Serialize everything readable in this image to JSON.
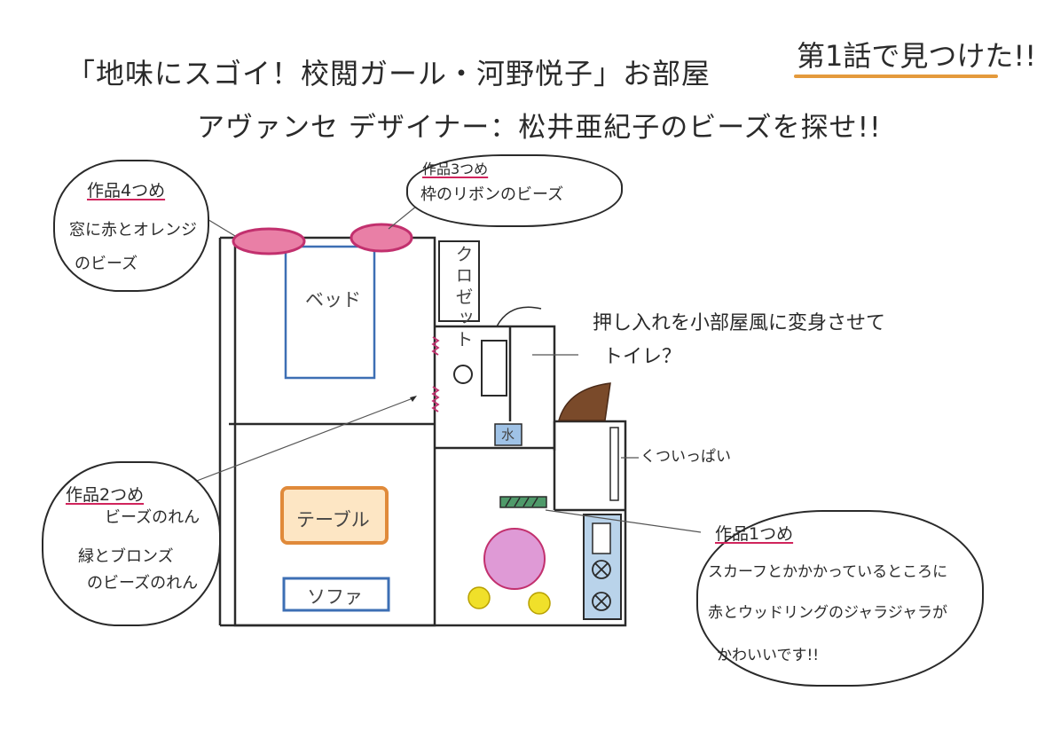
{
  "header": {
    "title_line1": "「地味にスゴイ！校閲ガール・河野悦子」お部屋",
    "title_line2": "アヴァンセ デザイナー：松井亜紀子のビーズを探せ!!",
    "corner_note": "第1話で見つけた!!"
  },
  "bubbles": {
    "work4": {
      "heading": "作品4つめ",
      "line1": "窓に赤とオレンジ",
      "line2": "のビーズ"
    },
    "work3": {
      "heading": "作品3つめ",
      "line1": "枠のリボンのビーズ"
    },
    "work2": {
      "heading": "作品2つめ",
      "line1": "ビーズのれん",
      "line2": "緑とブロンズ",
      "line3": "のビーズのれん"
    },
    "work1": {
      "heading": "作品1つめ",
      "line1": "スカーフとかかかっているところに",
      "line2": "赤とウッドリングのジャラジャラが",
      "line3": "かわいいです!!"
    }
  },
  "notes": {
    "toilet_note_line1": "押し入れを小部屋風に変身させて",
    "toilet_note_line2": "トイレ？",
    "shoebox_note": "くついっぱい"
  },
  "rooms": {
    "bed": "ベッド",
    "closet": "クロゼット",
    "table": "テーブル",
    "sofa": "ソファ",
    "water": "水"
  },
  "colors": {
    "ink": "#2a2a2a",
    "bed_blue": "#3d6fb4",
    "table_orange": "#e08a3a",
    "bead_magenta": "#c2306e",
    "rug_pink": "#d98ad0",
    "cushion_yellow": "#e8d21a",
    "rail_green": "#4f9a6a",
    "sink_blue": "#9fc2e6",
    "door_brown": "#7a4a2a",
    "underline_orange": "#e49a3c"
  }
}
